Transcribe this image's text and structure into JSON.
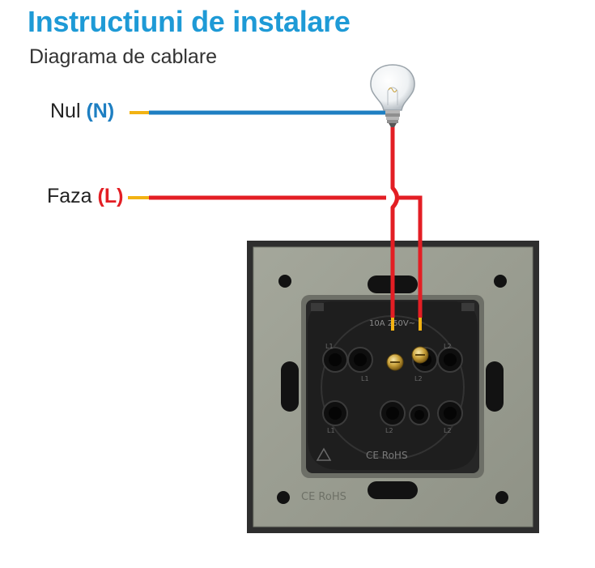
{
  "header": {
    "title": "Instructiuni de instalare",
    "subtitle": "Diagrama de cablare"
  },
  "wires": {
    "neutral": {
      "name": "Nul",
      "code": "(N)",
      "color": "#1e7fc2"
    },
    "phase": {
      "name": "Faza",
      "code": "(L)",
      "color": "#e31e24"
    }
  },
  "socket": {
    "rating_label": "10A 250V~",
    "terminal_left": "L1",
    "terminal_right": "L2",
    "terminal_mid_left": "L1",
    "terminal_mid_right": "L2",
    "terminal_bottom_left": "L1",
    "terminal_bottom_mid": "L2",
    "terminal_bottom_right": "L2",
    "module_cert": "CE RoHS",
    "frame_cert": "CE RoHS"
  },
  "colors": {
    "title": "#1e9ad6",
    "frame": "#9b9e92",
    "frame_border": "#2a2a2a",
    "module": "#252525"
  }
}
